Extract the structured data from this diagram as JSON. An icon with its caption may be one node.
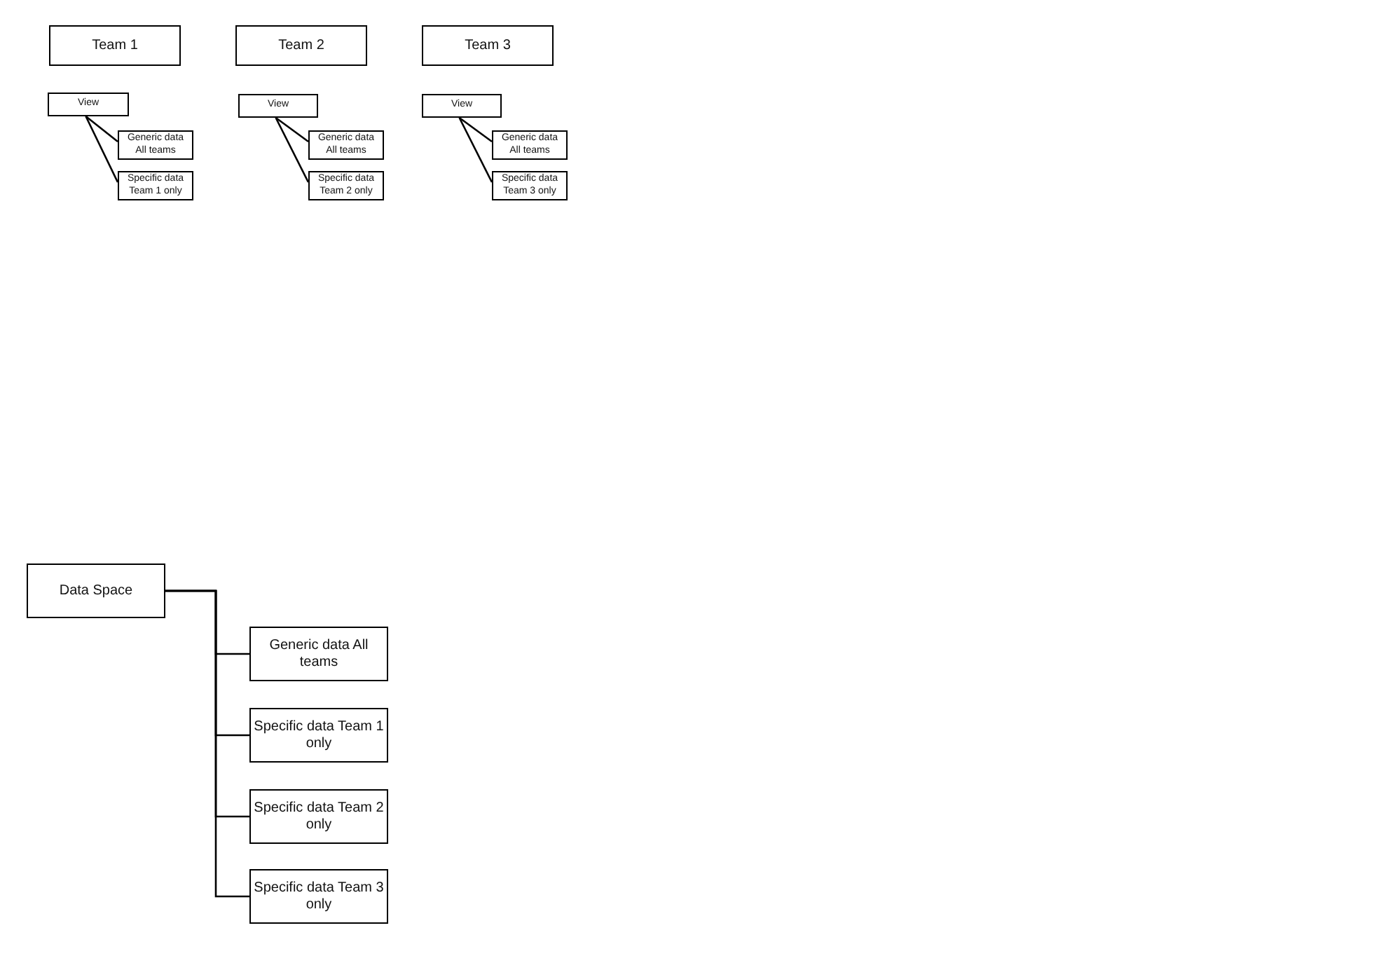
{
  "diagram": {
    "nodes": [
      {
        "text": [
          "Team 1"
        ]
      },
      {
        "text": [
          "Team 2"
        ]
      },
      {
        "text": [
          "Team 3"
        ]
      },
      {
        "text": [
          "View"
        ]
      },
      {
        "text": [
          "Generic data All teams"
        ]
      },
      {
        "text": [
          "Specific data Team 1 only"
        ]
      },
      {
        "text": [
          "View"
        ]
      },
      {
        "text": [
          "Generic data All teams"
        ]
      },
      {
        "text": [
          "Specific data Team 2 only"
        ]
      },
      {
        "text": [
          "View"
        ]
      },
      {
        "text": [
          "Generic data All teams"
        ]
      },
      {
        "text": [
          "Specific data Team 3 only"
        ]
      },
      {
        "text": [
          "Data Space"
        ]
      },
      {
        "text": [
          "Generic data All teams"
        ]
      },
      {
        "text": [
          "Specific data Team 1 only"
        ]
      },
      {
        "text": [
          "Specific data Team 2 only"
        ]
      },
      {
        "text": [
          "Specific data Team 3 only"
        ]
      }
    ],
    "edges": [
      {
        "from": 3,
        "to": 4,
        "arrow": "none"
      },
      {
        "from": 3,
        "to": 5,
        "arrow": "none"
      },
      {
        "from": 6,
        "to": 7,
        "arrow": "none"
      },
      {
        "from": 6,
        "to": 8,
        "arrow": "none"
      },
      {
        "from": 9,
        "to": 10,
        "arrow": "none"
      },
      {
        "from": 9,
        "to": 11,
        "arrow": "none"
      },
      {
        "from": 12,
        "to": 13,
        "arrow": "none"
      },
      {
        "from": 12,
        "to": 14,
        "arrow": "none"
      },
      {
        "from": 12,
        "to": 15,
        "arrow": "none"
      },
      {
        "from": 12,
        "to": 16,
        "arrow": "none"
      }
    ]
  }
}
